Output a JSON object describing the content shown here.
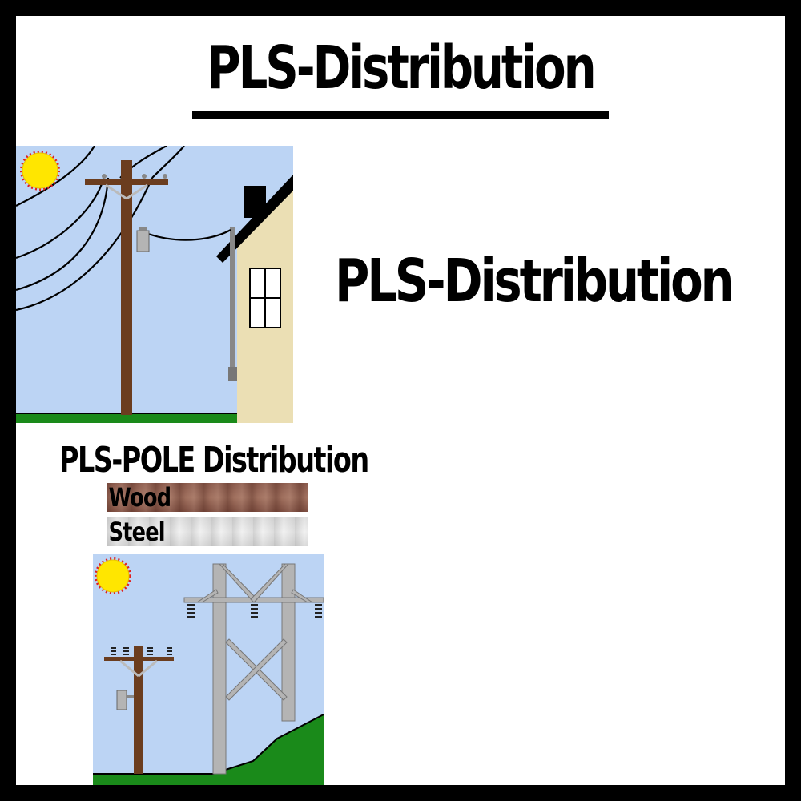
{
  "title": "PLS-Distribution",
  "label": "PLS-Distribution",
  "pole_section": {
    "title": "PLS-POLE Distribution",
    "materials": [
      "Wood",
      "Steel"
    ]
  },
  "colors": {
    "sky": "#bcd4f4",
    "ground": "#1a8a1a",
    "wood_pole": "#6b3d1f",
    "house": "#ebdfb4",
    "steel": "#b4b4b4",
    "sun": "#ffe600"
  },
  "icons": [
    "sun-icon",
    "house-icon",
    "transformer-icon",
    "utility-pole-icon",
    "transmission-tower-icon"
  ]
}
